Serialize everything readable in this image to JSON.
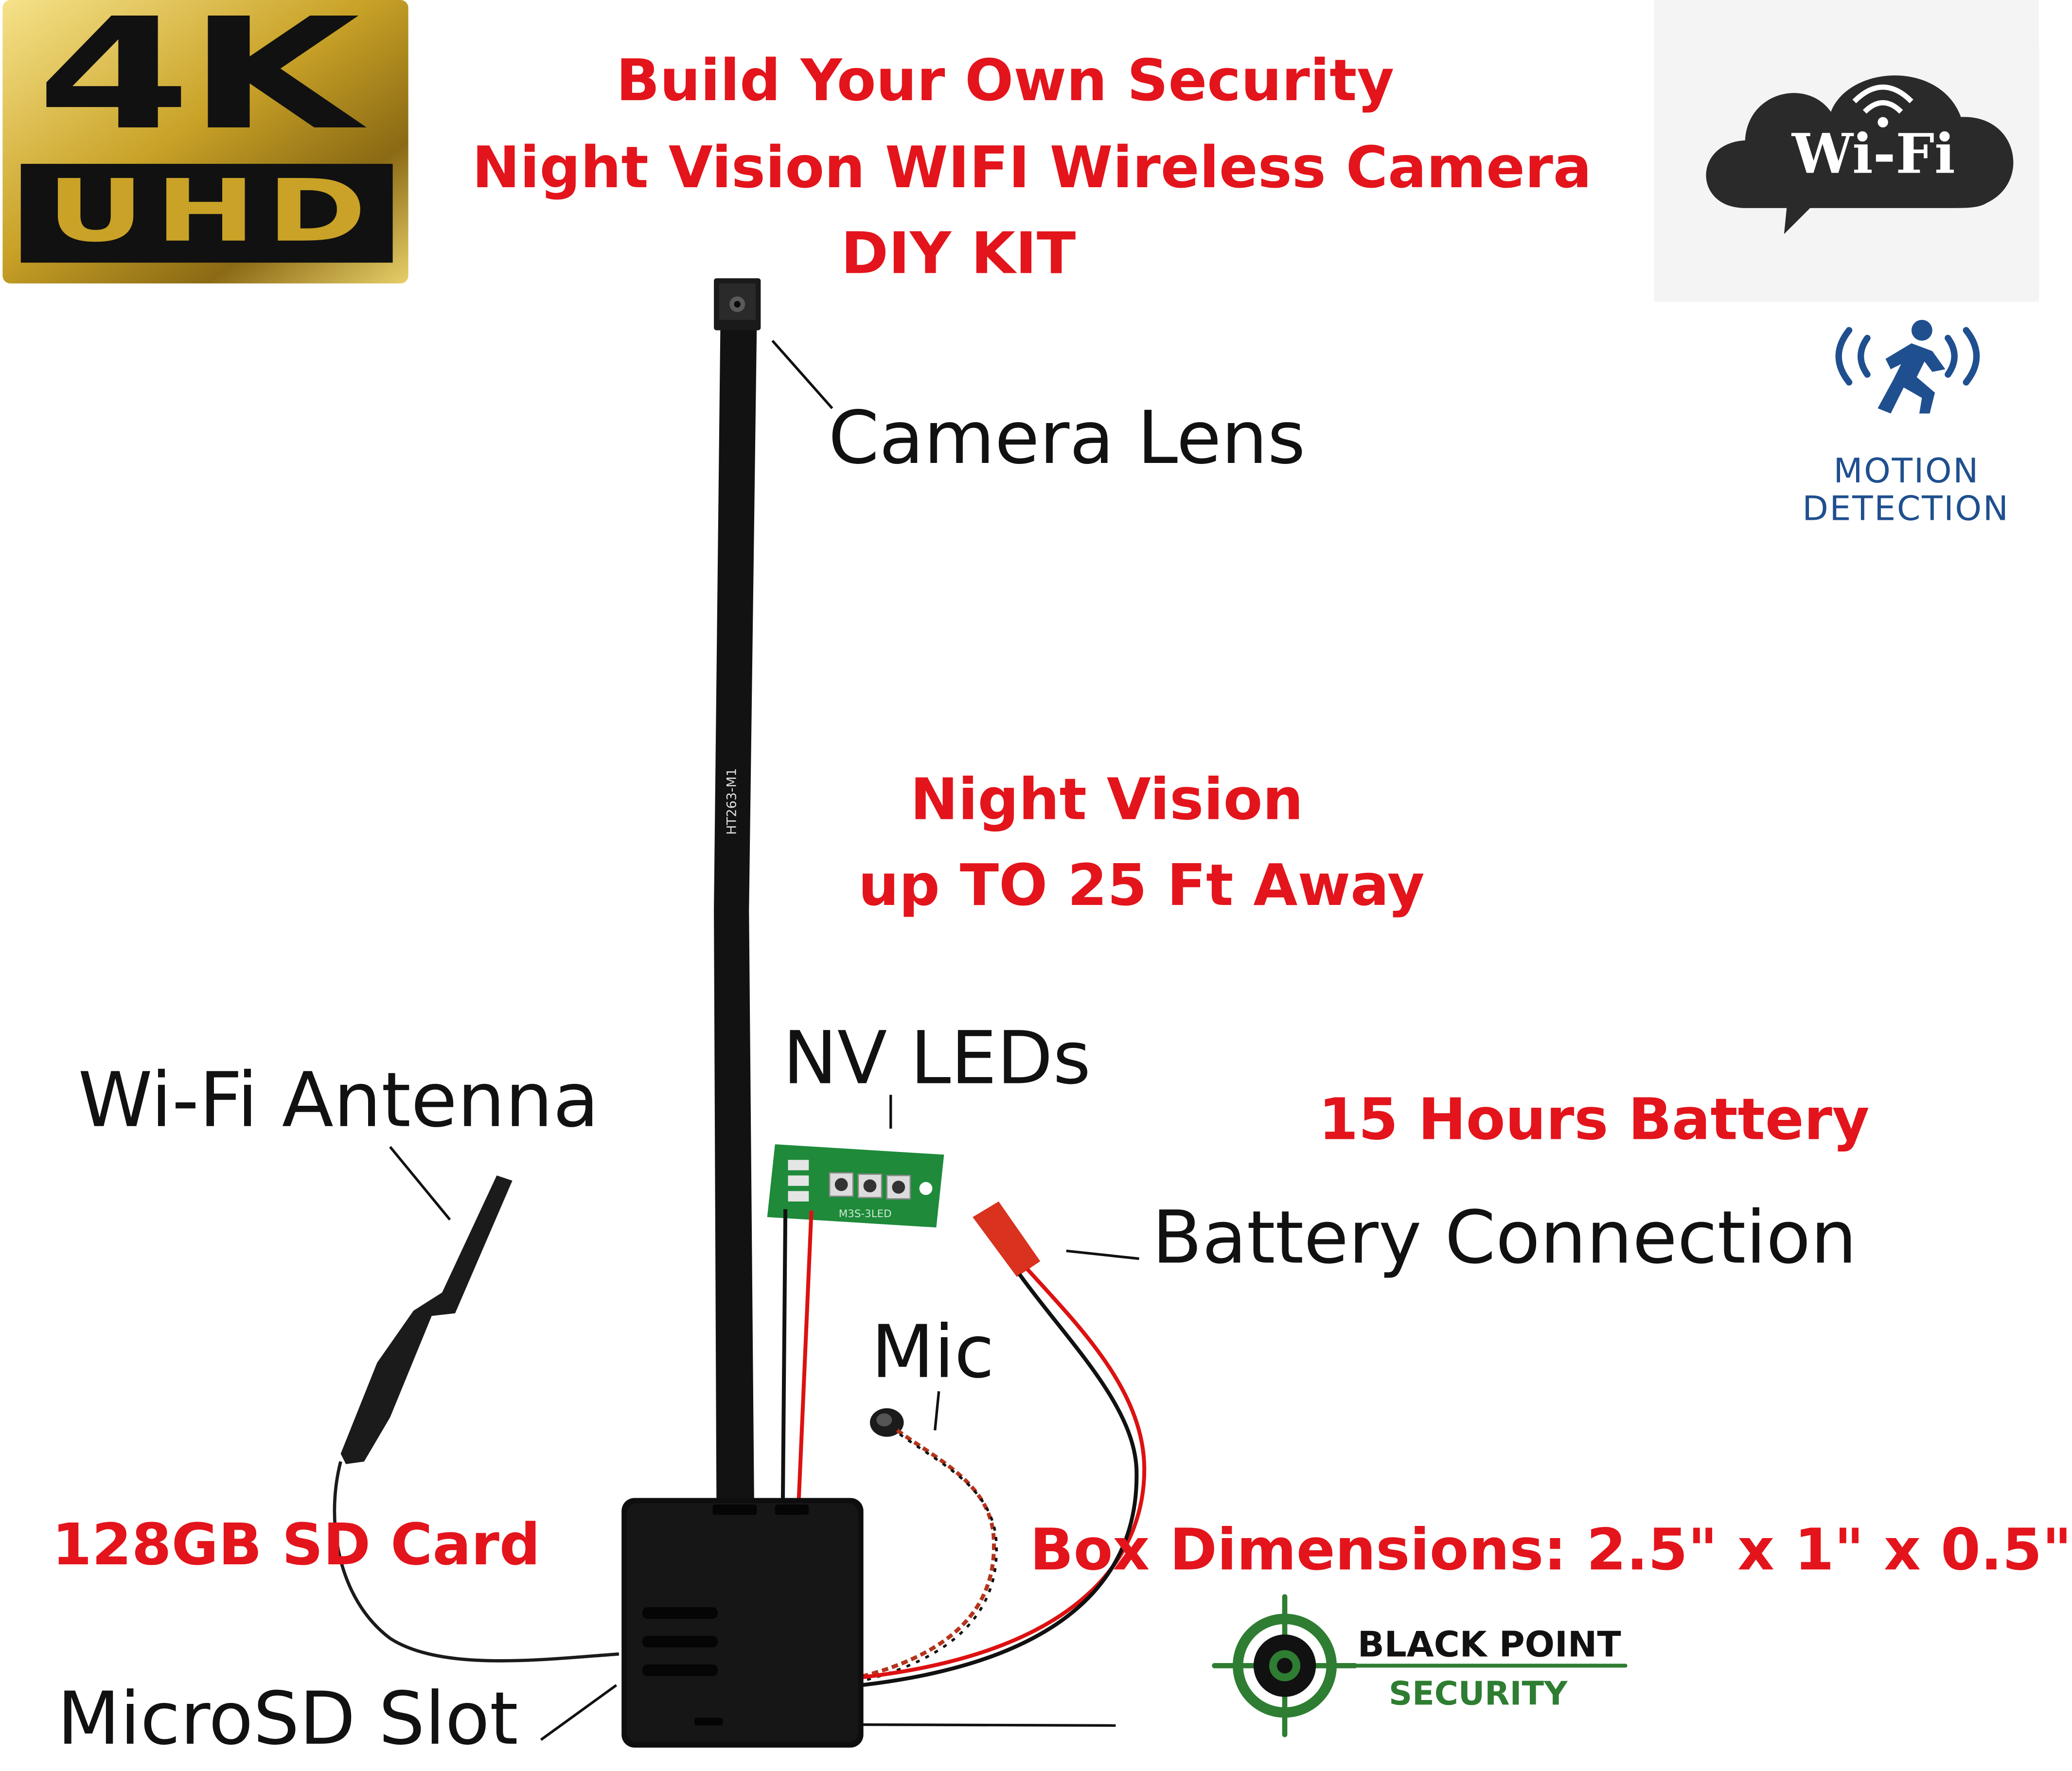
{
  "badges": {
    "uhd": {
      "top": "4K",
      "bottom": "UHD"
    },
    "wifi": {
      "label": "Wi-Fi"
    },
    "motion": {
      "line1": "MOTION",
      "line2": "DETECTION",
      "color": "#1f4f8f"
    }
  },
  "title": {
    "line1": "Build Your Own Security",
    "line2": "Night Vision WIFI Wireless Camera",
    "line3": "DIY KIT"
  },
  "features": {
    "night_vision_line1": "Night Vision",
    "night_vision_line2": "up TO 25 Ft Away",
    "battery_hours": "15 Hours Battery",
    "sd_card": "128GB SD Card",
    "box_dimensions": "Box Dimensions: 2.5\" x 1\" x 0.5\""
  },
  "labels": {
    "camera_lens": "Camera Lens",
    "nv_leds": "NV LEDs",
    "wifi_antenna": "Wi-Fi Antenna",
    "battery_connection": "Battery Connection",
    "mic": "Mic",
    "microsd_slot": "MicroSD Slot"
  },
  "pcb_text": {
    "ribbon": "HT263-M1",
    "led_board": "M3S-3LED"
  },
  "logo": {
    "line1": "BLACK POINT",
    "line2": "SECURITY",
    "color": "#2e7d32"
  },
  "colors": {
    "accent_red": "#e3141b",
    "gold": "#c9a227",
    "pcb_green": "#1e8a3a"
  },
  "icons": [
    "4k-uhd-badge-icon",
    "wifi-cloud-icon",
    "motion-detection-icon",
    "black-point-crosshair-icon"
  ]
}
